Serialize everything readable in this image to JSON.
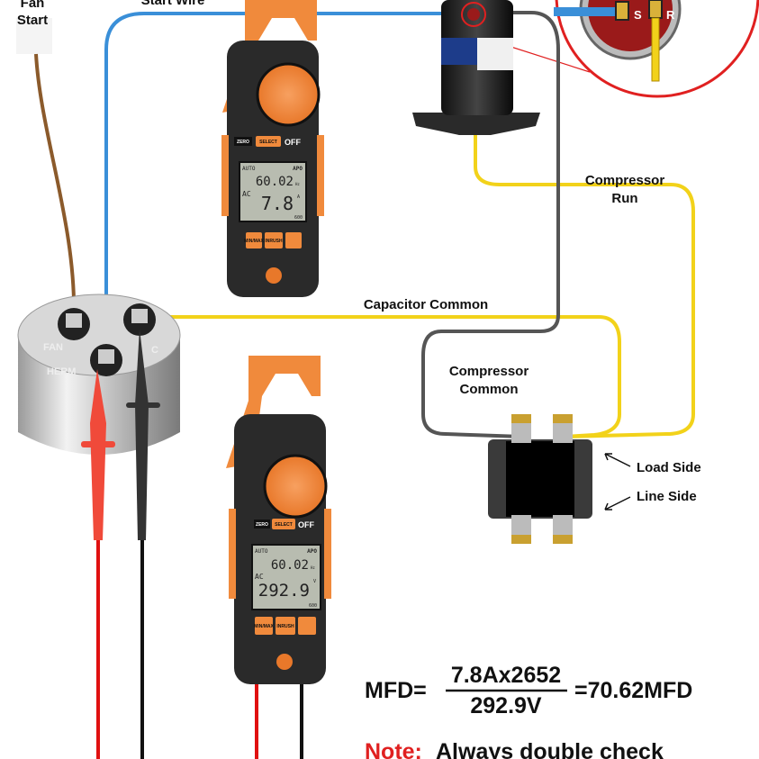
{
  "labels": {
    "fan_start_1": "Fan",
    "fan_start_2": "Start",
    "start_wire": "Start Wire",
    "compressor_run_1": "Compressor",
    "compressor_run_2": "Run",
    "capacitor_common": "Capacitor Common",
    "compressor_common_1": "Compressor",
    "compressor_common_2": "Common",
    "load_side": "Load Side",
    "line_side": "Line Side"
  },
  "capacitor": {
    "fan": "FAN",
    "herm": "HERM",
    "common": "C"
  },
  "compressor_terminals": {
    "start": "S",
    "run": "R"
  },
  "meter_top": {
    "apo": "APO",
    "auto": "AUTO",
    "freq": "60.02",
    "freq_unit": "Hz",
    "mode": "AC",
    "reading": "7.8",
    "unit": "A",
    "range": "600",
    "zero": "ZERO",
    "select": "SELECT",
    "off": "OFF",
    "minmax": "MIN/MAX",
    "inrush": "INRUSH"
  },
  "meter_bottom": {
    "apo": "APO",
    "auto": "AUTO",
    "freq": "60.02",
    "freq_unit": "Hz",
    "mode": "AC",
    "reading": "292.9",
    "unit": "V",
    "range": "600",
    "zero": "ZERO",
    "select": "SELECT",
    "off": "OFF",
    "minmax": "MIN/MAX",
    "inrush": "INRUSH"
  },
  "formula": {
    "lhs": "MFD=",
    "numerator": "7.8Ax2652",
    "denominator": "292.9V",
    "result": "=70.62MFD"
  },
  "note": {
    "prefix": "Note:",
    "text": "Always double check"
  },
  "colors": {
    "start_wire": "#3a8fd8",
    "run_wire": "#f2d21a",
    "common_wire": "#555555",
    "fan_wire": "#8b5a2b",
    "meter_orange": "#f08a3c",
    "meter_body": "#2a2a2a",
    "note_red": "#e02020",
    "zoom_circle": "#e02020"
  }
}
